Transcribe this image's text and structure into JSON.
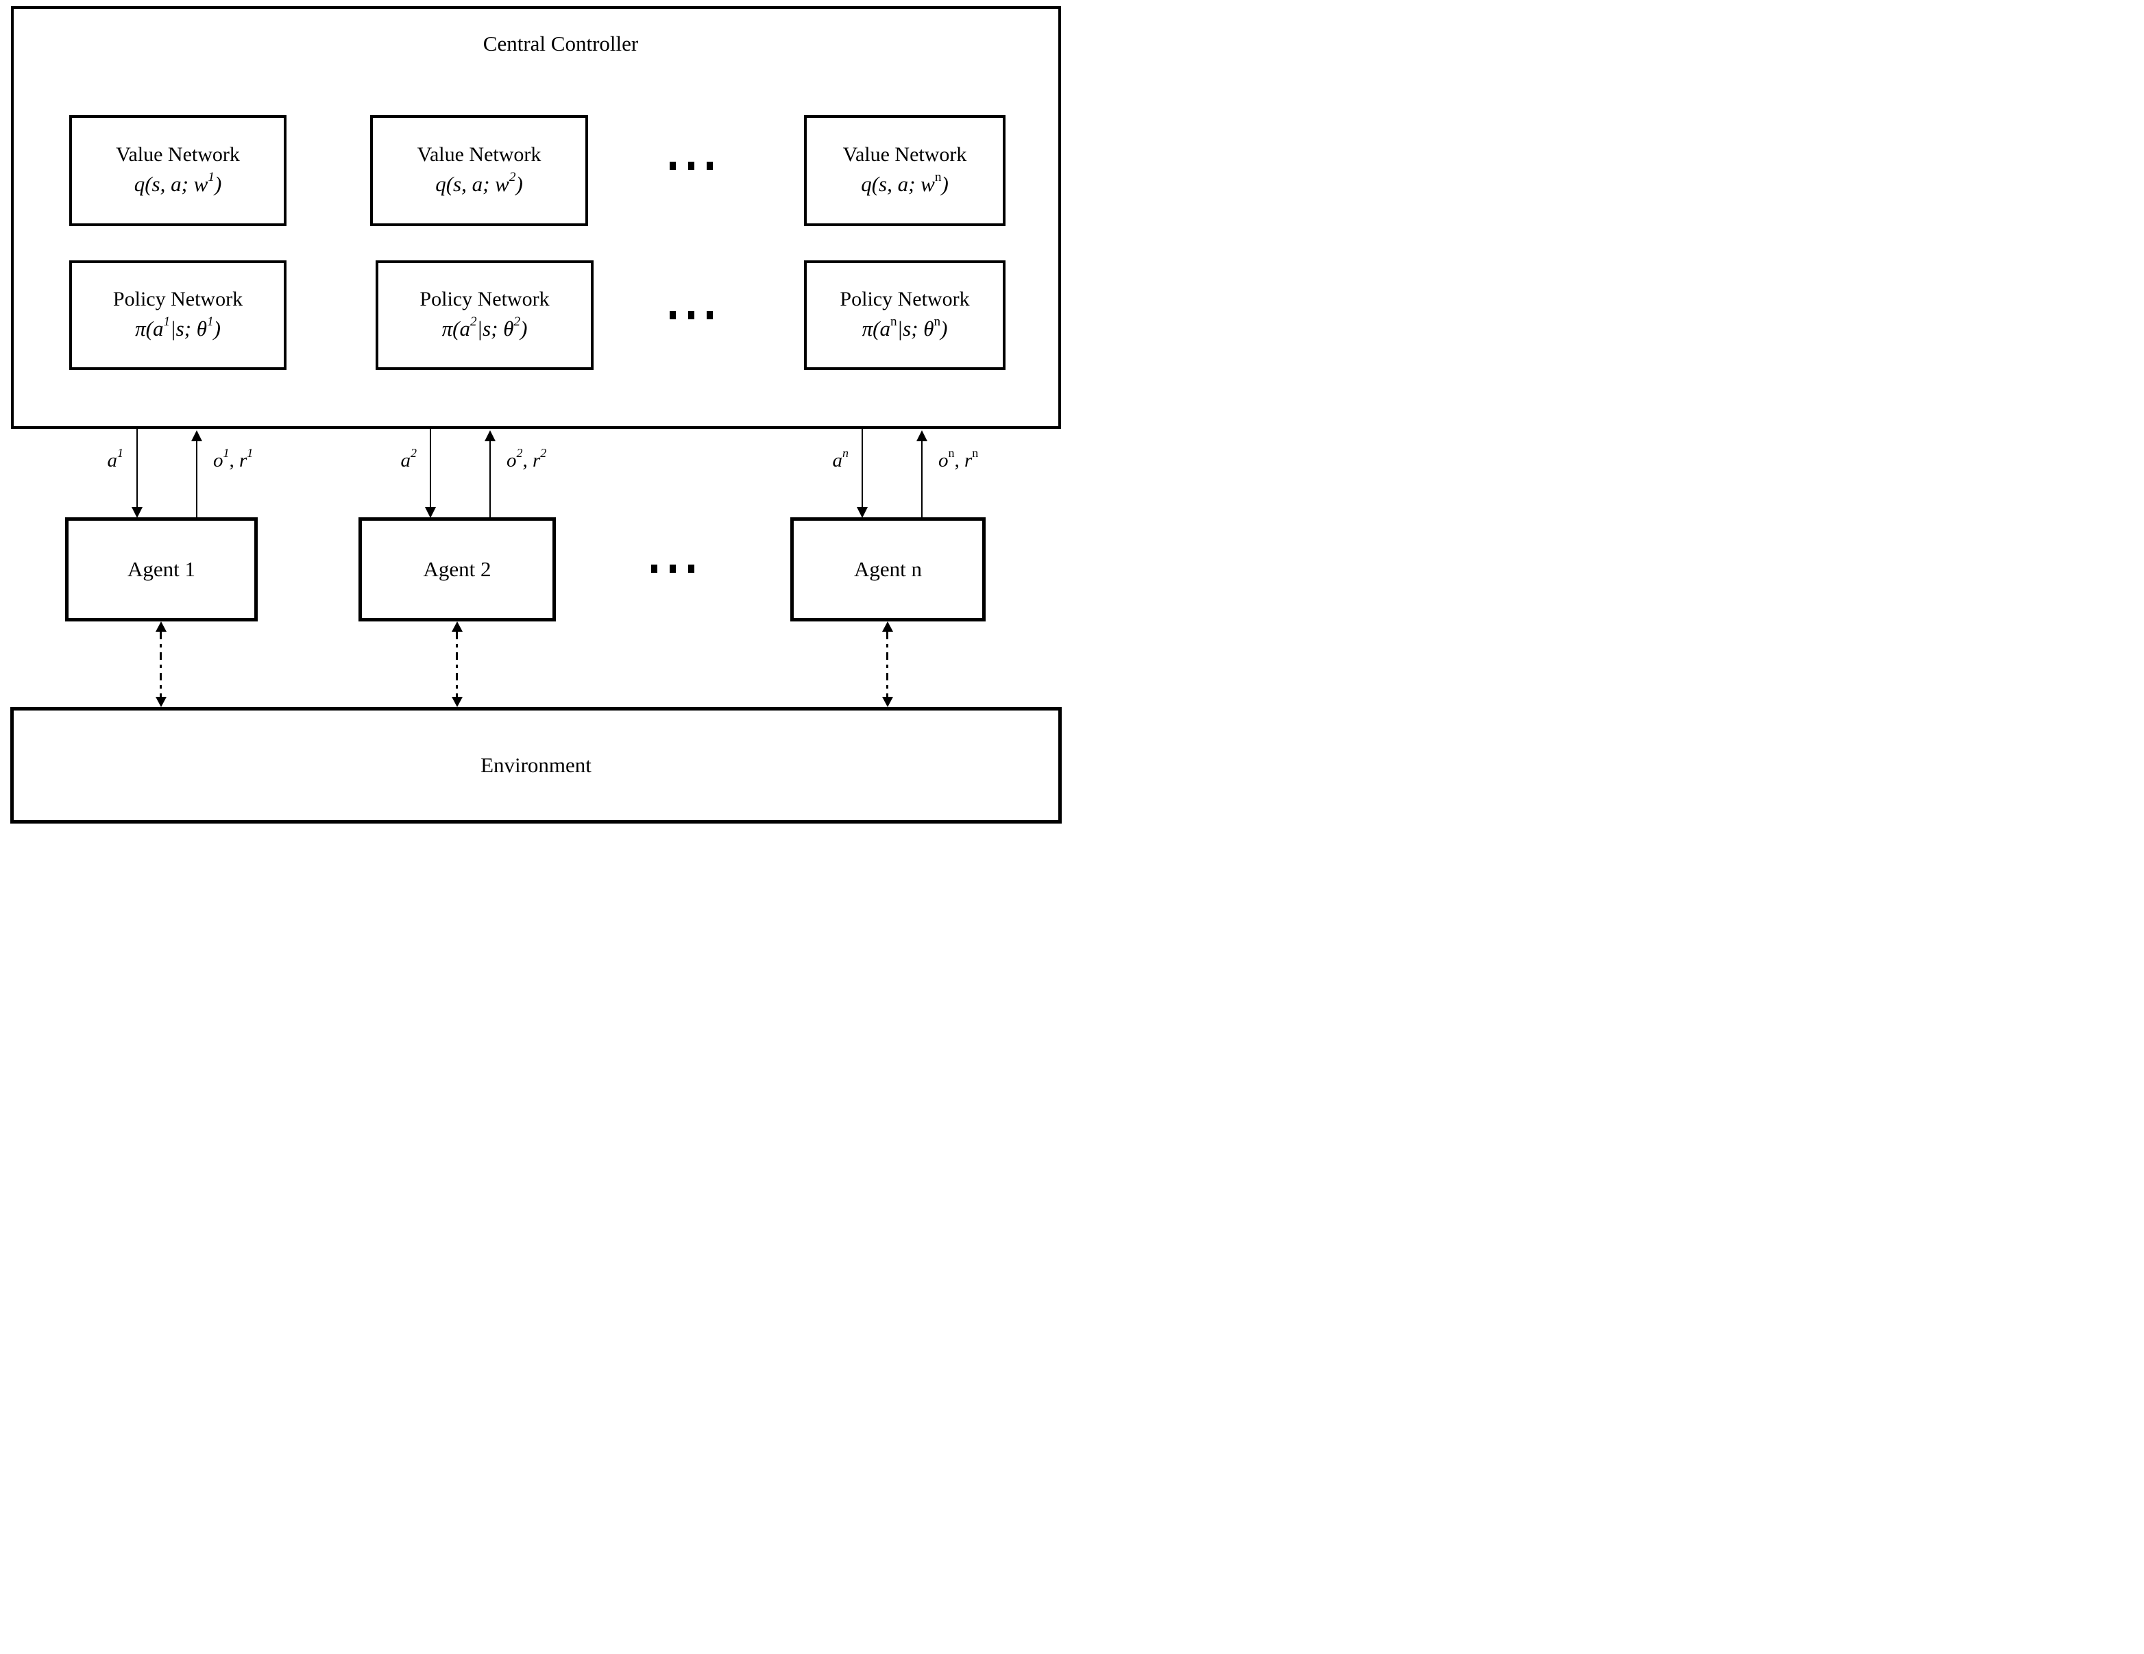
{
  "controller": {
    "title": "Central Controller"
  },
  "columns": [
    {
      "value_title": "Value Network",
      "value_formula": {
        "pre": "q(s, a; w",
        "sup": "1",
        "post": ")"
      },
      "policy_title": "Policy Network",
      "policy_formula": {
        "pre": "π(a",
        "sup_a": "1",
        "mid": "|s; θ",
        "sup_theta": "1",
        "post": ")"
      },
      "action_label": {
        "base": "a",
        "sup": "1"
      },
      "feedback_label": {
        "obs": "o",
        "obs_sup": "1",
        "sep": ", ",
        "reward": "r",
        "reward_sup": "1"
      },
      "agent_label": "Agent 1"
    },
    {
      "value_title": "Value Network",
      "value_formula": {
        "pre": "q(s, a; w",
        "sup": "2",
        "post": ")"
      },
      "policy_title": "Policy Network",
      "policy_formula": {
        "pre": "π(a",
        "sup_a": "2",
        "mid": "|s; θ",
        "sup_theta": "2",
        "post": ")"
      },
      "action_label": {
        "base": "a",
        "sup": "2"
      },
      "feedback_label": {
        "obs": "o",
        "obs_sup": "2",
        "sep": ", ",
        "reward": "r",
        "reward_sup": "2"
      },
      "agent_label": "Agent 2"
    },
    {
      "value_title": "Value Network",
      "value_formula": {
        "pre": "q(s, a; w",
        "sup": "n",
        "post": ")"
      },
      "policy_title": "Policy Network",
      "policy_formula": {
        "pre": "π(a",
        "sup_a": "n",
        "mid": "|s; θ",
        "sup_theta": "n",
        "post": ")"
      },
      "action_label": {
        "base": "a",
        "sup": "n"
      },
      "feedback_label": {
        "obs": "o",
        "obs_sup": "n",
        "sep": ", ",
        "reward": "r",
        "reward_sup": "n"
      },
      "agent_label": "Agent n"
    }
  ],
  "environment": {
    "label": "Environment"
  },
  "icons": {
    "ellipsis": "three-square-dots"
  },
  "colors": {
    "foreground": "#000000",
    "background": "#ffffff"
  }
}
